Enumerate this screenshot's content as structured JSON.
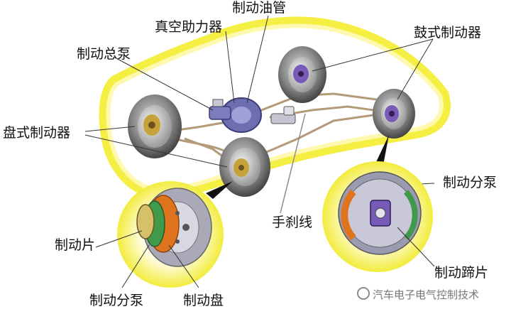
{
  "labels": {
    "brake_line": "制动油管",
    "vacuum_booster": "真空助力器",
    "drum_brake": "鼓式制动器",
    "master_cylinder": "制动总泵",
    "disc_brake": "盘式制动器",
    "wheel_cylinder_right": "制动分泵",
    "parking_brake_cable": "手刹线",
    "brake_pad": "制动片",
    "brake_shoe": "制动蹄片",
    "wheel_cylinder_left": "制动分泵",
    "brake_disc": "制动盘"
  },
  "watermark": "汽车电子电气控制技术",
  "colors": {
    "body_glow": "#f4ee3a",
    "tire": "#6a6a6a",
    "pipe": "#b39a78",
    "booster": "#6d6fb0",
    "pad_green": "#3f9a4c",
    "disc_orange": "#e0741e",
    "drum_purple": "#7a5ab8"
  },
  "icons": [
    "wechat-icon"
  ]
}
